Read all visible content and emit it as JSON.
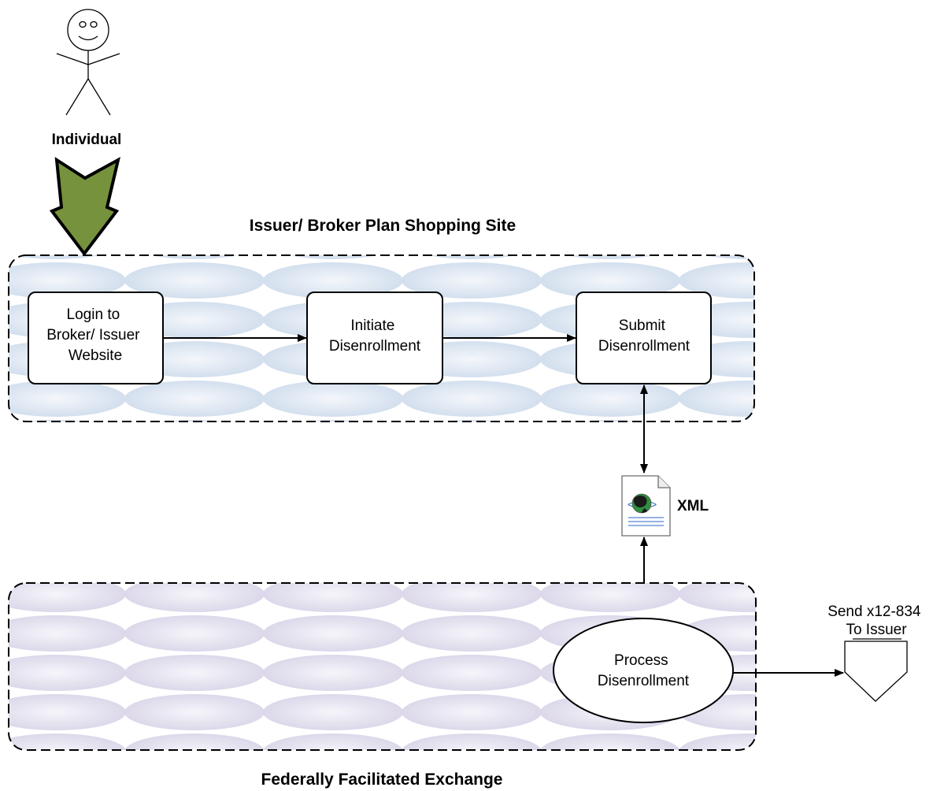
{
  "actor": {
    "label": "Individual"
  },
  "top_zone": {
    "title": "Issuer/ Broker Plan Shopping Site",
    "fill_color": "#dbe5f1"
  },
  "bottom_zone": {
    "title": "Federally Facilitated Exchange",
    "fill_color": "#e4e1ee"
  },
  "steps": {
    "login": [
      "Login to",
      "Broker/ Issuer",
      "Website"
    ],
    "initiate": [
      "Initiate",
      "Disenrollment"
    ],
    "submit": [
      "Submit",
      "Disenrollment"
    ],
    "process": [
      "Process",
      "Disenrollment"
    ]
  },
  "document": {
    "label": "XML",
    "icon": "xml-document-icon"
  },
  "offpage": {
    "label": [
      "Send x12-834",
      "To Issuer"
    ],
    "icon": "offpage-connector-icon"
  },
  "colors": {
    "entry_arrow": "#76923c",
    "globe": "#2f8f3f"
  }
}
